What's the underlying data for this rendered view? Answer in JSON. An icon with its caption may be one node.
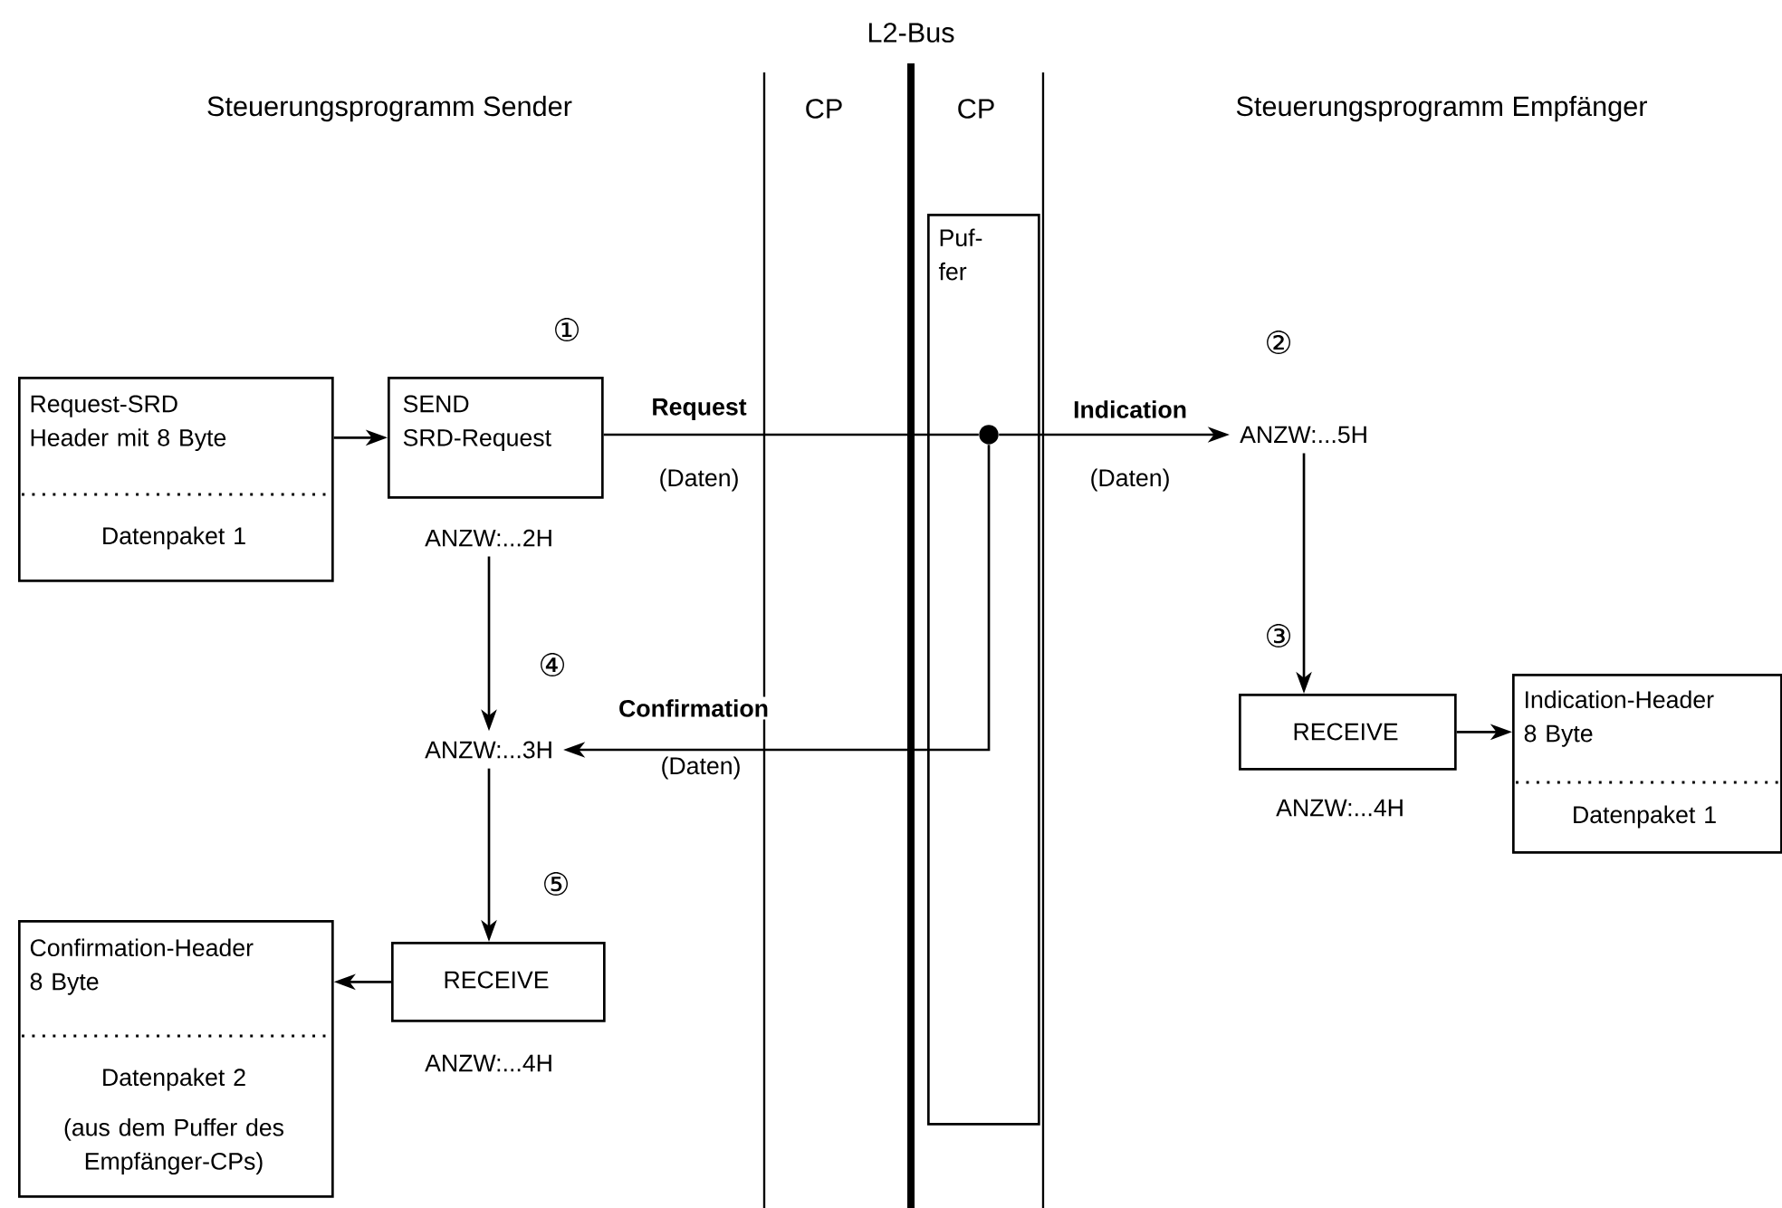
{
  "diagram": {
    "nodes": [
      {
        "text": [
          "Puf- fer"
        ]
      },
      {
        "text": [],
        "shape": "circle",
        "in": 0
      },
      {
        "text": [
          "Request-SRD Header mit 8 Byte",
          "Datenpaket 1"
        ]
      },
      {
        "text": [
          "SEND SRD-Request"
        ]
      },
      {
        "text": [
          "ANZW:...2H"
        ]
      },
      {
        "text": [
          "ANZW:...3H"
        ]
      },
      {
        "text": [
          "RECEIVE"
        ],
        "beside": [
          "ANZW:...4H"
        ]
      },
      {
        "text": [
          "Confirmation-Header 8 Byte",
          "Datenpaket 2",
          "(aus dem Puffer des Empfänger-CPs)"
        ]
      },
      {
        "text": [
          "ANZW:...5H"
        ]
      },
      {
        "text": [
          "RECEIVE"
        ],
        "beside": [
          "ANZW:...4H"
        ]
      },
      {
        "text": [
          "Indication-Header 8 Byte",
          "Datenpaket 1"
        ]
      }
    ],
    "edges": [
      {
        "from": 2,
        "to": 3,
        "arrow": "to"
      },
      {
        "from": 3,
        "to": 1,
        "arrow": "none",
        "label": "Request"
      },
      {
        "from": 1,
        "to": 8,
        "arrow": "to",
        "label": "Indication"
      },
      {
        "from": 1,
        "to": 5,
        "arrow": "to",
        "label": "Confirmation"
      },
      {
        "from": 4,
        "to": 5,
        "arrow": "to"
      },
      {
        "from": 5,
        "to": 6,
        "arrow": "to"
      },
      {
        "from": 6,
        "to": 7,
        "arrow": "to"
      },
      {
        "from": 8,
        "to": 9,
        "arrow": "to"
      },
      {
        "from": 9,
        "to": 10,
        "arrow": "to"
      }
    ],
    "labels": [
      "L2-Bus",
      "Steuerungsprogramm Sender",
      "CP",
      "CP",
      "Steuerungsprogramm Empfänger",
      "①",
      "②",
      "(Daten)",
      "(Daten)",
      "③",
      "④",
      "(Daten)",
      "⑤"
    ]
  }
}
